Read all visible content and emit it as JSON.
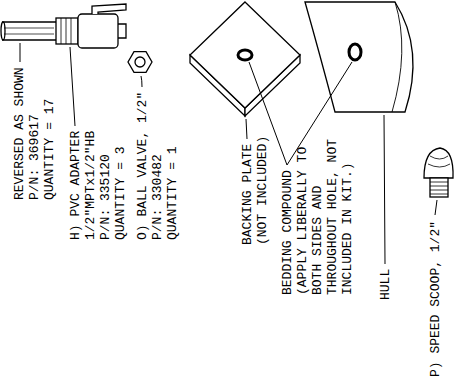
{
  "diagram": {
    "labels": [
      "REVERSED AS SHOWN P/N: 369617 QUANTITY = 17",
      "H) PVC ADAPTER 1/2\"MPTx1/2\"HB P/N: 335120 QUANTITY = 3",
      "O) BALL VALVE, 1/2\" P/N: 330482 QUANTITY = 1",
      "BACKING PLATE (NOT INCLUDED)",
      "BEDDING COMPOUND (APPLY LIBERALLY TO BOTH SIDES AND THROUGHOUT HOLE, NOT INCLUDED IN KIT.)",
      "HULL",
      "P) SPEED SCOOP, 1/2\""
    ]
  }
}
